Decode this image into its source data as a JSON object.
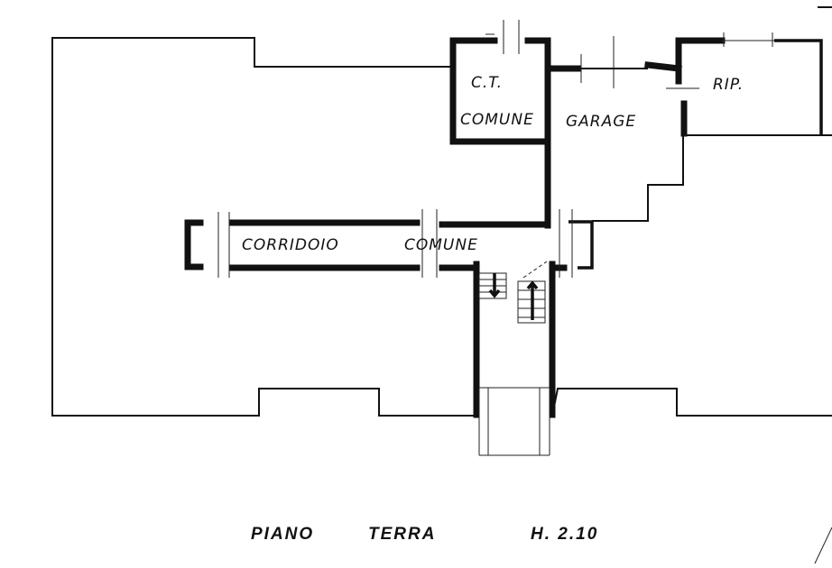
{
  "rooms": {
    "ct": "C.T.",
    "ct_common": "COMUNE",
    "garage": "GARAGE",
    "storage": "RIP.",
    "corridor": "CORRIDOIO",
    "corridor_common": "COMUNE"
  },
  "caption": {
    "floor": "PIANO",
    "level": "TERRA",
    "height": "H. 2.10"
  }
}
